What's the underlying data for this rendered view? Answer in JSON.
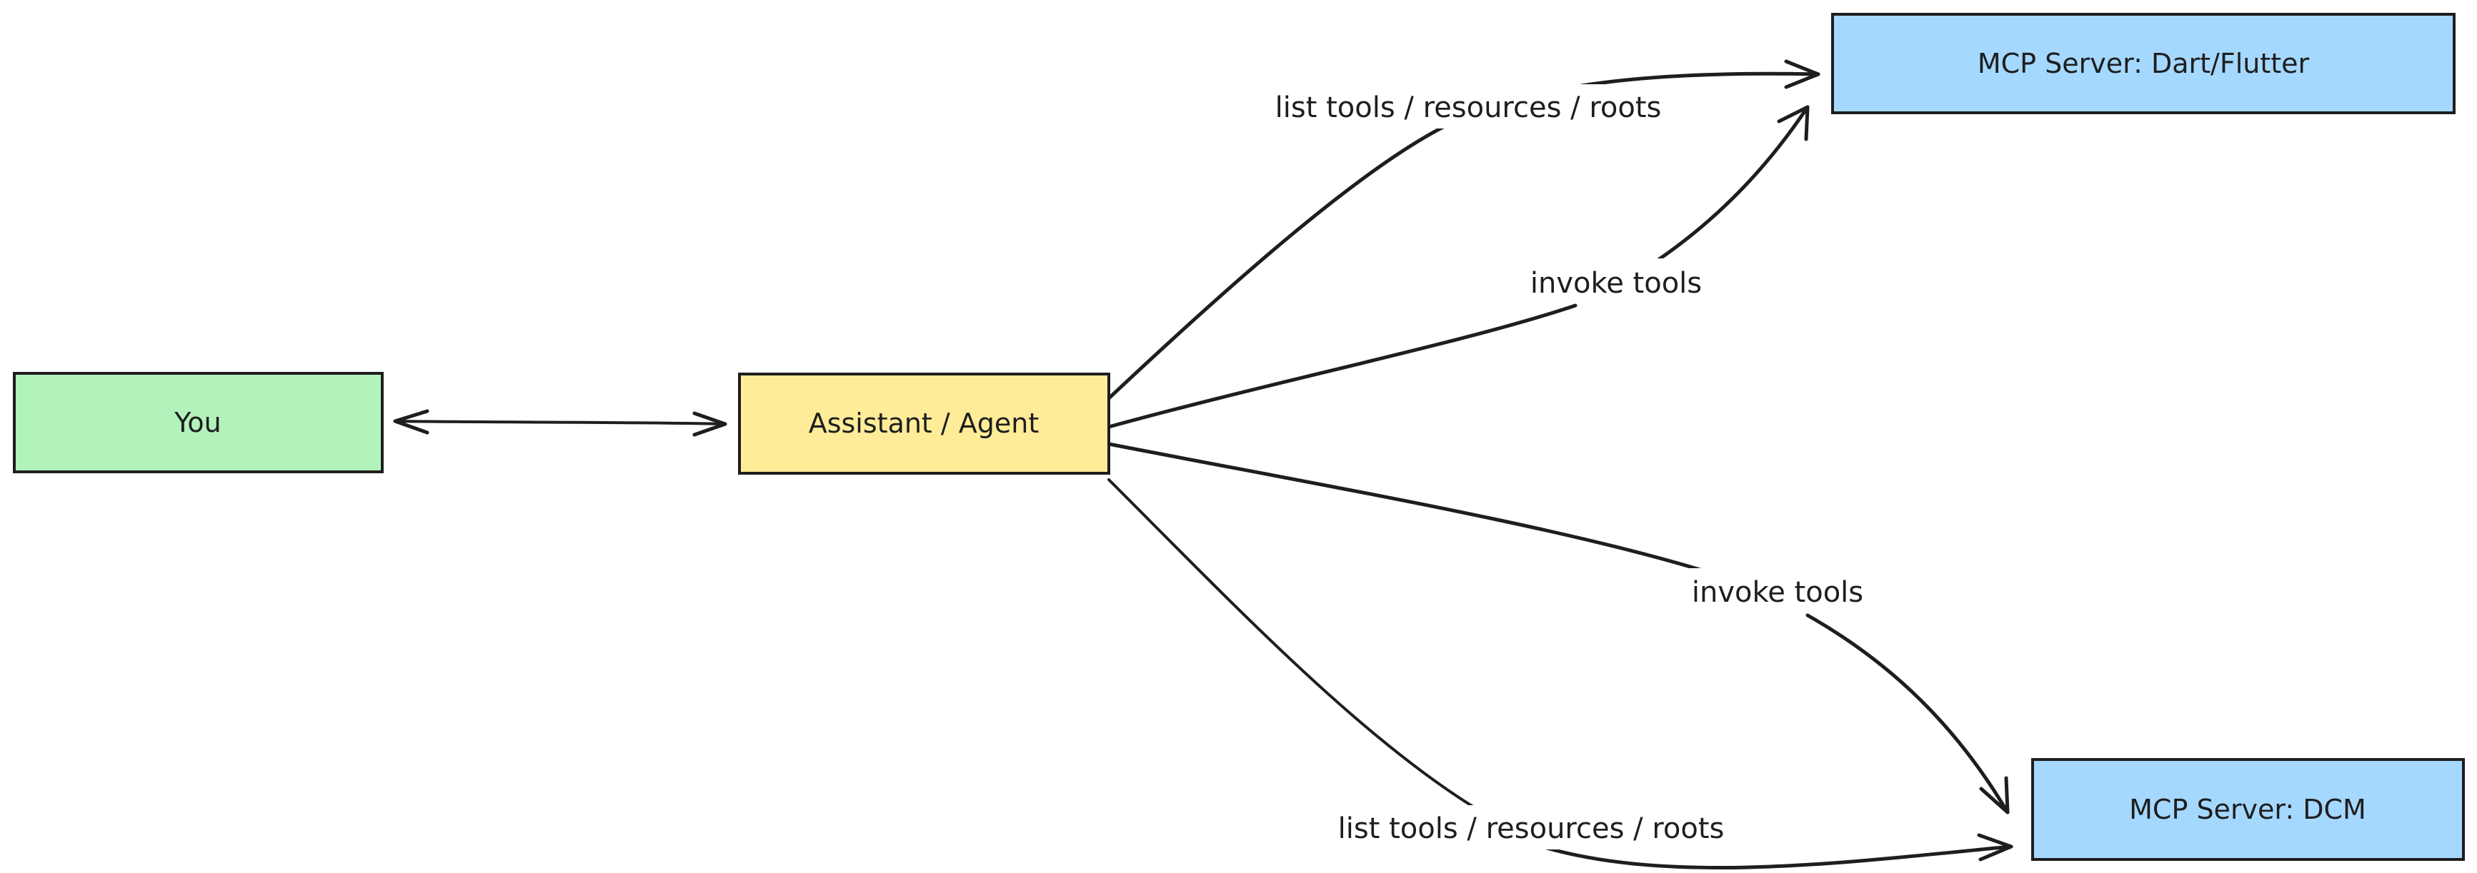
{
  "nodes": {
    "you": {
      "label": "You",
      "fill": "#b2f2bb"
    },
    "assistant": {
      "label": "Assistant / Agent",
      "fill": "#ffec99"
    },
    "dart_server": {
      "label": "MCP Server: Dart/Flutter",
      "fill": "#a5d8ff"
    },
    "dcm_server": {
      "label": "MCP Server: DCM",
      "fill": "#a5d8ff"
    }
  },
  "edges": {
    "dart_list": {
      "label": "list tools / resources / roots"
    },
    "dart_invoke": {
      "label": "invoke tools"
    },
    "dcm_invoke": {
      "label": "invoke tools"
    },
    "dcm_list": {
      "label": "list tools / resources / roots"
    }
  },
  "colors": {
    "stroke": "#1e1e1e",
    "background": "#ffffff"
  }
}
